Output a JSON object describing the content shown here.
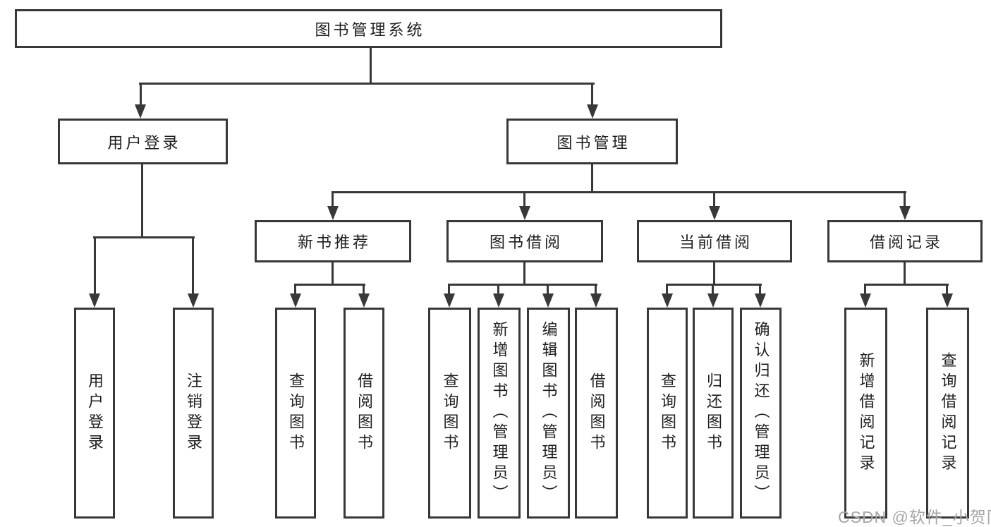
{
  "diagram": {
    "title_node": {
      "label": "图书管理系统"
    },
    "level2": [
      {
        "label": "用户登录"
      },
      {
        "label": "图书管理"
      }
    ],
    "level3": [
      {
        "label": "新书推荐"
      },
      {
        "label": "图书借阅"
      },
      {
        "label": "当前借阅"
      },
      {
        "label": "借阅记录"
      }
    ],
    "leaves": [
      {
        "label": "用户登录"
      },
      {
        "label": "注销登录"
      },
      {
        "label": "查询图书"
      },
      {
        "label": "借阅图书"
      },
      {
        "label": "查询图书"
      },
      {
        "label": "新增图书（管理员）"
      },
      {
        "label": "编辑图书（管理员）"
      },
      {
        "label": "借阅图书"
      },
      {
        "label": "查询图书"
      },
      {
        "label": "归还图书"
      },
      {
        "label": "确认归还（管理员）"
      },
      {
        "label": "新增借阅记录"
      },
      {
        "label": "查询借阅记录"
      }
    ],
    "watermark": "CSDN @软件_小贺同学",
    "colors": {
      "line": "#383838",
      "text": "#1f1f1f",
      "watermark": "#a6a6a6",
      "background": "#ffffff"
    }
  }
}
